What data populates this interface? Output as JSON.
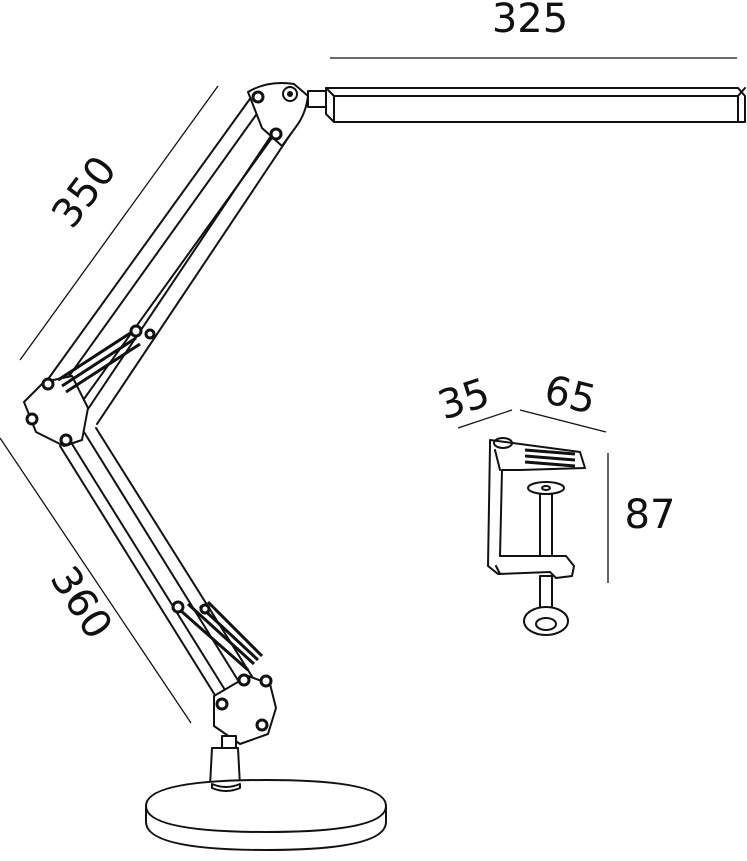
{
  "dimensions": {
    "head_length": "325",
    "upper_arm": "350",
    "lower_arm": "360",
    "clamp_width_a": "35",
    "clamp_width_b": "65",
    "clamp_height": "87"
  },
  "colors": {
    "line": "#111111",
    "background": "#ffffff"
  }
}
